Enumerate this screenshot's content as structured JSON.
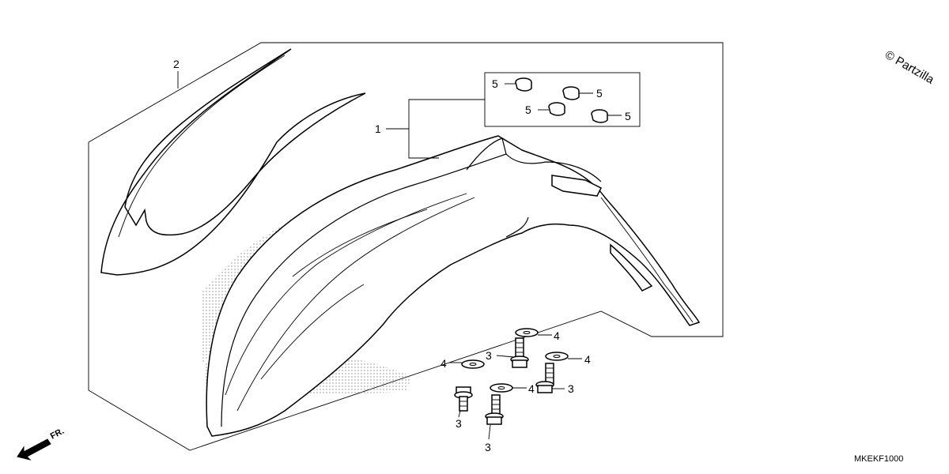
{
  "diagram": {
    "reference_code": "MKEKF1000",
    "copyright": "© Partzilla",
    "direction_label": "FR.",
    "callouts": {
      "c1": "1",
      "c2": "2",
      "c3a": "3",
      "c3b": "3",
      "c3c": "3",
      "c3d": "3",
      "c4a": "4",
      "c4b": "4",
      "c4c": "4",
      "c4d": "4",
      "c5a": "5",
      "c5b": "5",
      "c5c": "5",
      "c5d": "5"
    }
  }
}
